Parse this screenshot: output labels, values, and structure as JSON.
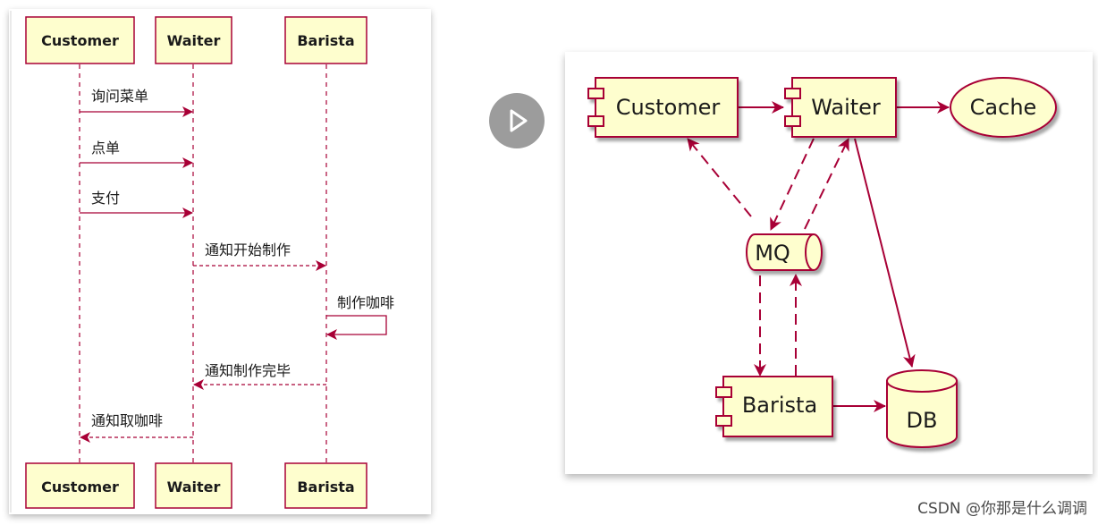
{
  "sequence": {
    "participants": [
      "Customer",
      "Waiter",
      "Barista"
    ],
    "messages": [
      {
        "from": "Customer",
        "to": "Waiter",
        "label": "询问菜单",
        "style": "solid"
      },
      {
        "from": "Customer",
        "to": "Waiter",
        "label": "点单",
        "style": "solid"
      },
      {
        "from": "Customer",
        "to": "Waiter",
        "label": "支付",
        "style": "solid"
      },
      {
        "from": "Waiter",
        "to": "Barista",
        "label": "通知开始制作",
        "style": "dashed"
      },
      {
        "from": "Barista",
        "to": "Barista",
        "label": "制作咖啡",
        "style": "solid"
      },
      {
        "from": "Barista",
        "to": "Waiter",
        "label": "通知制作完毕",
        "style": "dashed"
      },
      {
        "from": "Waiter",
        "to": "Customer",
        "label": "通知取咖啡",
        "style": "dashed"
      }
    ]
  },
  "component": {
    "nodes": {
      "customer": "Customer",
      "waiter": "Waiter",
      "cache": "Cache",
      "mq": "MQ",
      "barista": "Barista",
      "db": "DB"
    },
    "edges": [
      {
        "from": "customer",
        "to": "waiter",
        "style": "solid"
      },
      {
        "from": "waiter",
        "to": "cache",
        "style": "solid"
      },
      {
        "from": "mq",
        "to": "customer",
        "style": "dashed"
      },
      {
        "from": "waiter",
        "to": "mq",
        "style": "dashed"
      },
      {
        "from": "mq",
        "to": "waiter",
        "style": "dashed"
      },
      {
        "from": "mq",
        "to": "barista",
        "style": "dashed"
      },
      {
        "from": "barista",
        "to": "mq",
        "style": "dashed"
      },
      {
        "from": "waiter",
        "to": "db",
        "style": "solid"
      },
      {
        "from": "barista",
        "to": "db",
        "style": "solid"
      }
    ]
  },
  "colors": {
    "fill": "#fefece",
    "stroke": "#a80036",
    "text": "#1a1a1a",
    "play_button": "#9c9c9c"
  },
  "icons": {
    "play": "play-icon"
  },
  "watermark": "CSDN @你那是什么调调"
}
